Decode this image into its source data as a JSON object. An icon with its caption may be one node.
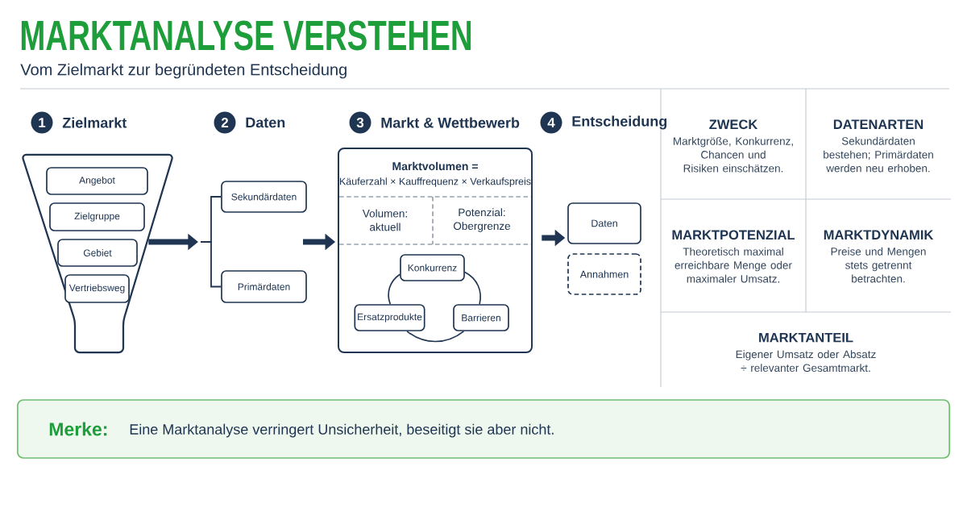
{
  "diagram": {
    "title": "MARKTANALYSE VERSTEHEN",
    "nodes": [
      {
        "text": [],
        "shape": "funnel"
      },
      {
        "text": [
          "Angebot"
        ],
        "in": 0
      },
      {
        "text": [
          "Zielgruppe"
        ],
        "in": 0
      },
      {
        "text": [
          "Gebiet"
        ],
        "in": 0
      },
      {
        "text": [
          "Vertriebsweg"
        ],
        "in": 0
      },
      {
        "text": [
          "Sekundärdaten"
        ]
      },
      {
        "text": [
          "Primärdaten"
        ]
      },
      {
        "text": [
          "Marktvolumen =",
          "Käuferzahl × Kauffrequenz × Verkaufspreis"
        ]
      },
      {
        "text": [
          "Volumen: aktuell"
        ],
        "in": 7
      },
      {
        "text": [
          "Potenzial: Obergrenze"
        ],
        "in": 7
      },
      {
        "text": [
          "Konkurrenz"
        ],
        "in": 7
      },
      {
        "text": [
          "Ersatzprodukte"
        ],
        "in": 7
      },
      {
        "text": [
          "Barrieren"
        ],
        "in": 7
      },
      {
        "text": [
          "Daten"
        ]
      },
      {
        "text": [
          "Annahmen"
        ]
      },
      {
        "text": [
          "ZWECK",
          "Marktgröße, Konkurrenz, Chancen und Risiken einschätzen."
        ]
      },
      {
        "text": [
          "DATENARTEN",
          "Sekundärdaten bestehen; Primärdaten werden neu erhoben."
        ]
      },
      {
        "text": [
          "MARKTPOTENZIAL",
          "Theoretisch maximal erreichbare Menge oder maximaler Umsatz."
        ]
      },
      {
        "text": [
          "MARKTDYNAMIK",
          "Preise und Mengen stets getrennt betrachten."
        ]
      },
      {
        "text": [
          "MARKTANTEIL",
          "Eigener Umsatz oder Absatz ÷ relevanter Gesamtmarkt."
        ]
      },
      {
        "text": [
          "Merke:",
          "Eine Marktanalyse verringert Unsicherheit, beseitigt sie aber nicht."
        ]
      }
    ],
    "edges": [
      {
        "from": 0,
        "to": null,
        "arrow": "to",
        "style": "thick"
      },
      {
        "from": null,
        "to": 5,
        "arrow": "none"
      },
      {
        "from": null,
        "to": 6,
        "arrow": "none"
      },
      {
        "from": null,
        "to": 7,
        "arrow": "to",
        "style": "thick"
      },
      {
        "from": 7,
        "to": 13,
        "arrow": "to",
        "style": "thick"
      },
      {
        "from": 10,
        "to": 12,
        "arrow": "none"
      },
      {
        "from": 12,
        "to": 11,
        "arrow": "none"
      },
      {
        "from": 11,
        "to": 10,
        "arrow": "none"
      }
    ],
    "labels": [
      "Vom Zielmarkt zur begründeten Entscheidung",
      "1",
      "Zielmarkt",
      "2",
      "Daten",
      "3",
      "Markt & Wettbewerb",
      "4",
      "Entscheidung"
    ]
  }
}
